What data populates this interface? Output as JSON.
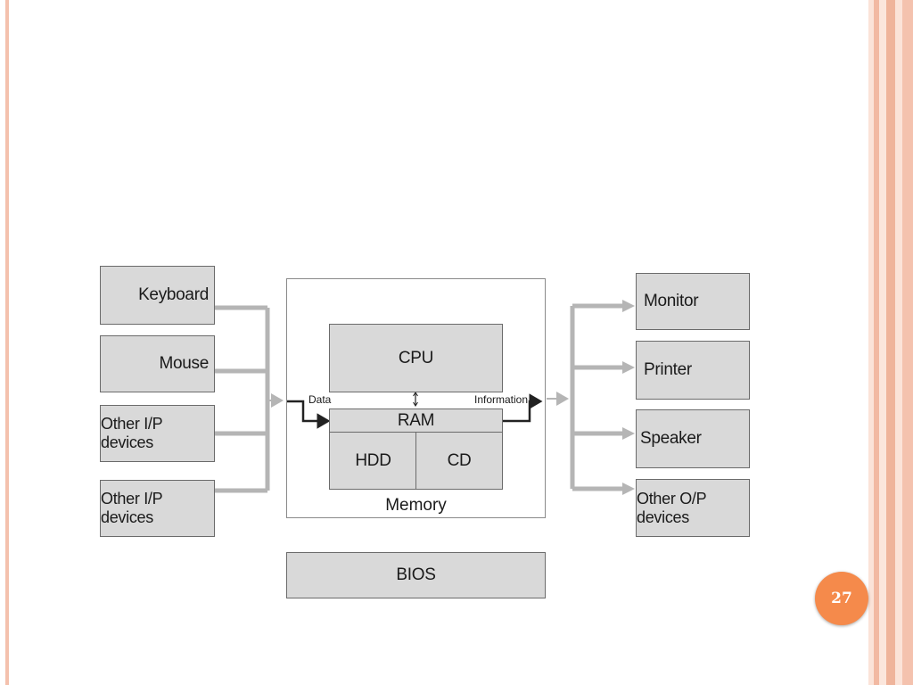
{
  "diagram": {
    "inputs": [
      "Keyboard",
      "Mouse",
      "Other I/P devices",
      "Other I/P devices"
    ],
    "outputs": [
      "Monitor",
      "Printer",
      "Speaker",
      "Other O/P devices"
    ],
    "cpu": "CPU",
    "ram": "RAM",
    "hdd": "HDD",
    "cd": "CD",
    "memory": "Memory",
    "bios": "BIOS",
    "data_label": "Data",
    "information_label": "Information"
  },
  "slide": {
    "page_number": "27",
    "accent_color": "#f58a4b",
    "border_color": "#f2b9a2"
  }
}
